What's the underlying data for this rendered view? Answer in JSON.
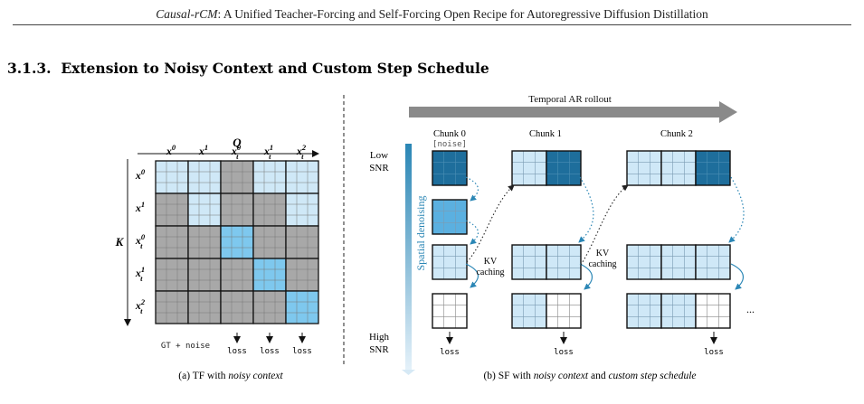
{
  "header": {
    "title_italic": "Causal-rCM",
    "title_rest": ": A Unified Teacher-Forcing and Self-Forcing Open Recipe for Autoregressive Diffusion Distillation"
  },
  "section": {
    "number": "3.1.3.",
    "title": "Extension to Noisy Context and Custom Step Schedule"
  },
  "figure_a": {
    "query_label": "Q",
    "key_label": "K",
    "columns": [
      {
        "base": "x",
        "sub": "",
        "sup": "0"
      },
      {
        "base": "x",
        "sub": "",
        "sup": "1"
      },
      {
        "base": "x",
        "sub": "t",
        "sup": "0"
      },
      {
        "base": "x",
        "sub": "t",
        "sup": "1"
      },
      {
        "base": "x",
        "sub": "t",
        "sup": "2"
      }
    ],
    "rows": [
      {
        "base": "x",
        "sub": "",
        "sup": "0"
      },
      {
        "base": "x",
        "sub": "",
        "sup": "1"
      },
      {
        "base": "x",
        "sub": "t",
        "sup": "0"
      },
      {
        "base": "x",
        "sub": "t",
        "sup": "1"
      },
      {
        "base": "x",
        "sub": "t",
        "sup": "2"
      }
    ],
    "mask": [
      [
        "light",
        "light",
        "gray",
        "light",
        "light"
      ],
      [
        "gray",
        "light",
        "gray",
        "gray",
        "light"
      ],
      [
        "gray",
        "gray",
        "blue",
        "gray",
        "gray"
      ],
      [
        "gray",
        "gray",
        "gray",
        "blue",
        "gray"
      ],
      [
        "gray",
        "gray",
        "gray",
        "gray",
        "blue"
      ]
    ],
    "bottom_label": "GT + noise",
    "loss_labels": [
      "loss",
      "loss",
      "loss"
    ],
    "caption_prefix": "(a) TF with ",
    "caption_italic": "noisy context"
  },
  "figure_b": {
    "rollout_label": "Temporal AR rollout",
    "chunk_labels": [
      "Chunk 0",
      "Chunk 1",
      "Chunk 2"
    ],
    "noise_tag": "[noise]",
    "low_snr": [
      "Low",
      "SNR"
    ],
    "high_snr": [
      "High",
      "SNR"
    ],
    "axis_label": "Spatial denoising",
    "kv_label": [
      "KV",
      "caching"
    ],
    "ellipsis": "...",
    "loss_labels": [
      "loss",
      "loss",
      "loss"
    ],
    "caption_prefix": "(b) SF with ",
    "caption_italic_1": "noisy context",
    "caption_mid": " and ",
    "caption_italic_2": "custom step schedule"
  },
  "colors": {
    "light_cell": "#cfe8f7",
    "gray_cell": "#a8a8a8",
    "blue_cell": "#7ec8ee",
    "dark_cell": "#1e6e9c",
    "medium_cell": "#5bb0e0",
    "arrow_gray": "#8a8a8a",
    "dotted_teal": "#2a86b5"
  }
}
